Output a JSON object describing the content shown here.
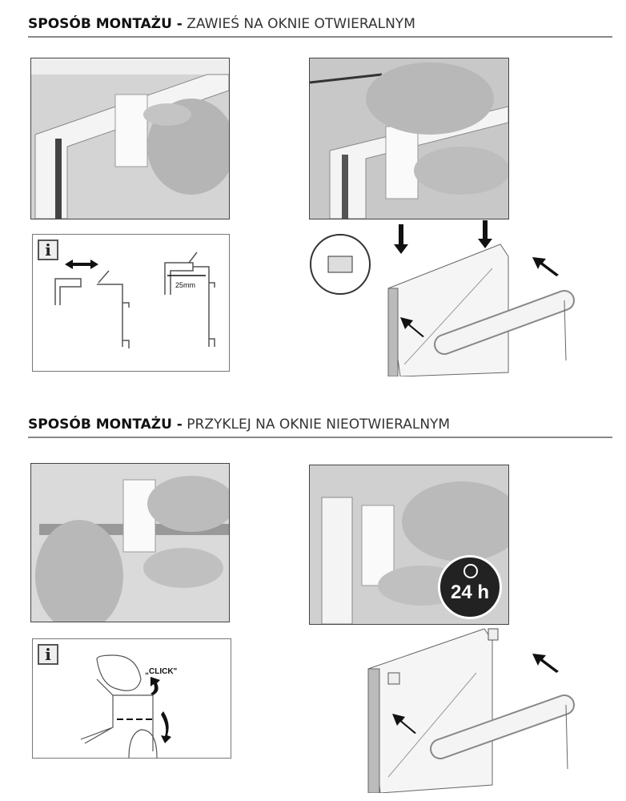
{
  "section1": {
    "title_bold": "SPOSÓB MONTAŻU -",
    "title_light": "ZAWIEŚ NA OKNIE OTWIERALNYM",
    "info_icon": "i",
    "dimension_label": "25mm"
  },
  "section2": {
    "title_bold": "SPOSÓB MONTAŻU -",
    "title_light": "PRZYKLEJ NA OKNIE NIEOTWIERALNYM",
    "info_icon": "i",
    "click_label": "„CLICK\"",
    "timer_label": "24 h"
  }
}
